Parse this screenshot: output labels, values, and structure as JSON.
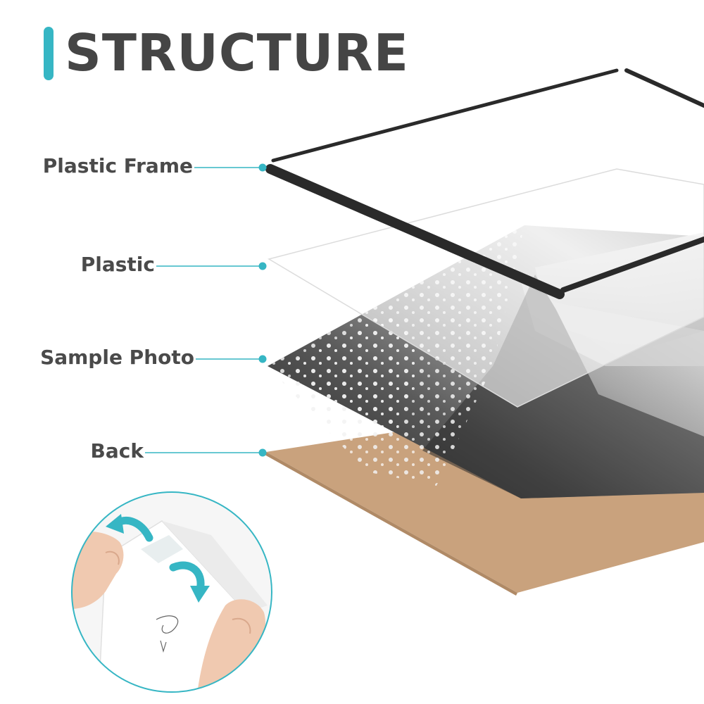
{
  "header": {
    "title": "STRUCTURE"
  },
  "layers": [
    {
      "id": "frame",
      "label": "Plastic Frame"
    },
    {
      "id": "plastic",
      "label": "Plastic"
    },
    {
      "id": "photo",
      "label": "Sample Photo"
    },
    {
      "id": "back",
      "label": "Back"
    }
  ],
  "colors": {
    "accent": "#36b6c4",
    "title": "#454545",
    "frame": "#2a2a2a",
    "back_board": "#c9a27d"
  },
  "inset": {
    "icons": [
      "hand-icon",
      "curved-arrow-icon",
      "curved-arrow-icon",
      "hand-icon"
    ]
  }
}
